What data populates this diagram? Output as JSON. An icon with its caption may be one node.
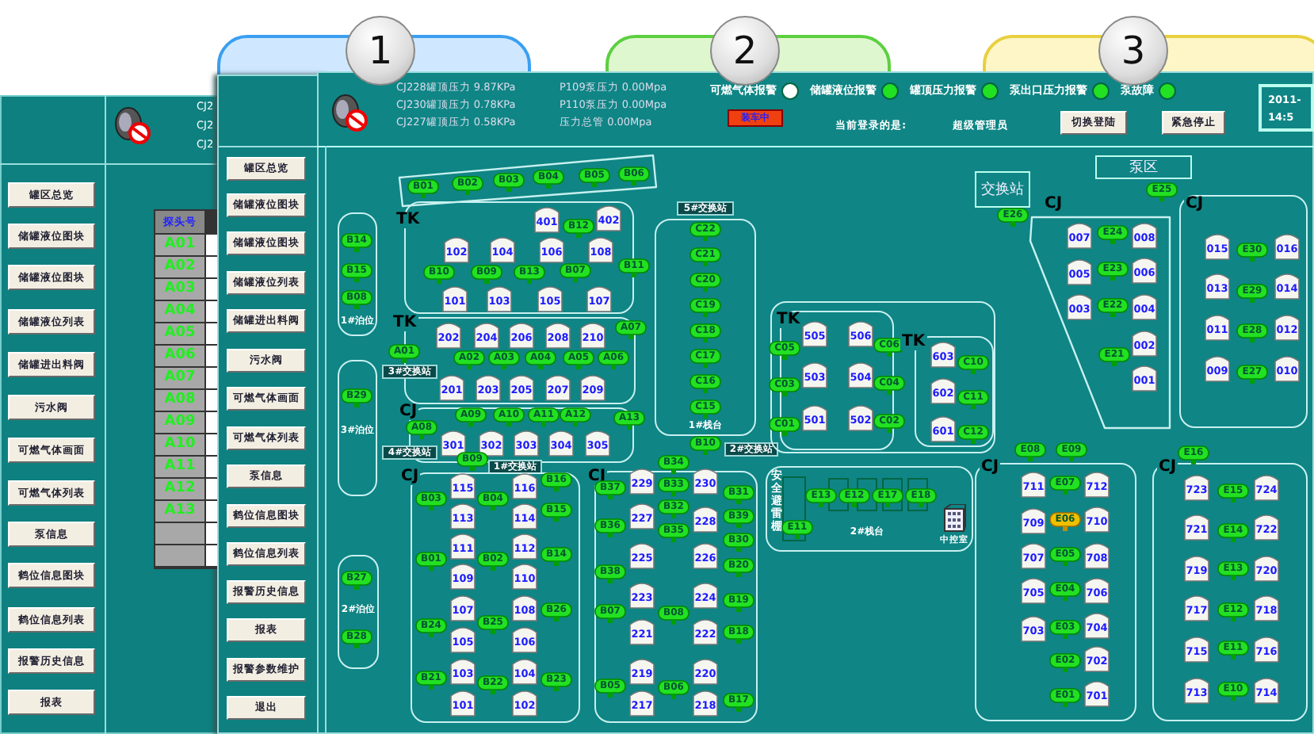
{
  "diagram": {
    "nodes": [
      {
        "text": [
          "1"
        ]
      },
      {
        "text": [
          "2"
        ]
      },
      {
        "text": [
          "3"
        ]
      },
      {
        "text": [
          "罐区总览"
        ]
      },
      {
        "text": [
          "储罐液位图块"
        ]
      },
      {
        "text": [
          "储罐液位图块"
        ]
      },
      {
        "text": [
          "储罐液位列表"
        ]
      },
      {
        "text": [
          "储罐进出料阀"
        ]
      },
      {
        "text": [
          "污水阀"
        ]
      },
      {
        "text": [
          "可燃气体画面"
        ]
      },
      {
        "text": [
          "可燃气体列表"
        ]
      },
      {
        "text": [
          "泵信息"
        ]
      },
      {
        "text": [
          "鹤位信息图块"
        ]
      },
      {
        "text": [
          "鹤位信息列表"
        ]
      },
      {
        "text": [
          "报警历史信息"
        ]
      },
      {
        "text": [
          "报表"
        ]
      },
      {
        "text": [
          "罐区总览"
        ]
      },
      {
        "text": [
          "储罐液位图块"
        ]
      },
      {
        "text": [
          "储罐液位图块"
        ]
      },
      {
        "text": [
          "储罐液位列表"
        ]
      },
      {
        "text": [
          "储罐进出料阀"
        ]
      },
      {
        "text": [
          "污水阀"
        ]
      },
      {
        "text": [
          "可燃气体画面"
        ]
      },
      {
        "text": [
          "可燃气体列表"
        ]
      },
      {
        "text": [
          "泵信息"
        ]
      },
      {
        "text": [
          "鹤位信息图块"
        ]
      },
      {
        "text": [
          "鹤位信息列表"
        ]
      },
      {
        "text": [
          "报警历史信息"
        ]
      },
      {
        "text": [
          "报表"
        ]
      },
      {
        "text": [
          "报警参数维护"
        ]
      },
      {
        "text": [
          "退出"
        ]
      },
      {
        "text": [
          "切换登陆"
        ]
      },
      {
        "text": [
          "紧急停止"
        ]
      },
      {
        "text": [
          "装车中"
        ]
      },
      {
        "text": [
          "2011-",
          "14:5"
        ]
      },
      {
        "text": [],
        "shape": "box"
      },
      {
        "text": [
          "B01"
        ],
        "in": 35
      },
      {
        "text": [
          "B02"
        ],
        "in": 35
      },
      {
        "text": [
          "B03"
        ],
        "in": 35
      },
      {
        "text": [
          "B04"
        ],
        "in": 35
      },
      {
        "text": [
          "B05"
        ],
        "in": 35
      },
      {
        "text": [
          "B06"
        ],
        "in": 35
      },
      {
        "text": [
          "TK"
        ]
      },
      {
        "text": [
          "401"
        ],
        "in": 42
      },
      {
        "text": [
          "402"
        ],
        "in": 42
      },
      {
        "text": [
          "B12"
        ],
        "in": 42
      },
      {
        "text": [
          "102"
        ],
        "in": 42
      },
      {
        "text": [
          "104"
        ],
        "in": 42
      },
      {
        "text": [
          "106"
        ],
        "in": 42
      },
      {
        "text": [
          "108"
        ],
        "in": 42
      },
      {
        "text": [
          "B10"
        ],
        "in": 42
      },
      {
        "text": [
          "B09"
        ],
        "in": 42
      },
      {
        "text": [
          "B13"
        ],
        "in": 42
      },
      {
        "text": [
          "B07"
        ],
        "in": 42
      },
      {
        "text": [
          "B11"
        ],
        "in": 42
      },
      {
        "text": [
          "101"
        ],
        "in": 42
      },
      {
        "text": [
          "103"
        ],
        "in": 42
      },
      {
        "text": [
          "105"
        ],
        "in": 42
      },
      {
        "text": [
          "107"
        ],
        "in": 42
      },
      {
        "text": [
          "1#泊位"
        ]
      },
      {
        "text": [
          "B14"
        ],
        "in": 59
      },
      {
        "text": [
          "B15"
        ],
        "in": 59
      },
      {
        "text": [
          "B08"
        ],
        "in": 59
      },
      {
        "text": [
          "TK"
        ]
      },
      {
        "text": [
          "A07"
        ],
        "in": 63
      },
      {
        "text": [
          "202"
        ],
        "in": 63
      },
      {
        "text": [
          "204"
        ],
        "in": 63
      },
      {
        "text": [
          "206"
        ],
        "in": 63
      },
      {
        "text": [
          "208"
        ],
        "in": 63
      },
      {
        "text": [
          "210"
        ],
        "in": 63
      },
      {
        "text": [
          "A01"
        ],
        "in": 63
      },
      {
        "text": [
          "3#交换站"
        ],
        "in": 63
      },
      {
        "text": [
          "A02"
        ],
        "in": 63
      },
      {
        "text": [
          "A03"
        ],
        "in": 63
      },
      {
        "text": [
          "A04"
        ],
        "in": 63
      },
      {
        "text": [
          "A05"
        ],
        "in": 63
      },
      {
        "text": [
          "A06"
        ],
        "in": 63
      },
      {
        "text": [
          "201"
        ],
        "in": 63
      },
      {
        "text": [
          "203"
        ],
        "in": 63
      },
      {
        "text": [
          "205"
        ],
        "in": 63
      },
      {
        "text": [
          "207"
        ],
        "in": 63
      },
      {
        "text": [
          "209"
        ],
        "in": 63
      },
      {
        "text": [
          "3#泊位"
        ]
      },
      {
        "text": [
          "B29"
        ],
        "in": 82
      },
      {
        "text": [
          "CJ"
        ]
      },
      {
        "text": [
          "A09"
        ],
        "in": 84
      },
      {
        "text": [
          "A10"
        ],
        "in": 84
      },
      {
        "text": [
          "A11"
        ],
        "in": 84
      },
      {
        "text": [
          "A12"
        ],
        "in": 84
      },
      {
        "text": [
          "A13"
        ],
        "in": 84
      },
      {
        "text": [
          "A08"
        ],
        "in": 84
      },
      {
        "text": [
          "4#交换站"
        ]
      },
      {
        "text": [
          "301"
        ],
        "in": 84
      },
      {
        "text": [
          "302"
        ],
        "in": 84
      },
      {
        "text": [
          "303"
        ],
        "in": 84
      },
      {
        "text": [
          "304"
        ],
        "in": 84
      },
      {
        "text": [
          "305"
        ],
        "in": 84
      },
      {
        "text": [
          "1#交换站"
        ]
      },
      {
        "text": [
          "5#交换站",
          "1#栈台"
        ]
      },
      {
        "text": [
          "C22"
        ],
        "in": 98
      },
      {
        "text": [
          "C21"
        ],
        "in": 98
      },
      {
        "text": [
          "C20"
        ],
        "in": 98
      },
      {
        "text": [
          "C19"
        ],
        "in": 98
      },
      {
        "text": [
          "C18"
        ],
        "in": 98
      },
      {
        "text": [
          "C17"
        ],
        "in": 98
      },
      {
        "text": [
          "C16"
        ],
        "in": 98
      },
      {
        "text": [
          "C15"
        ],
        "in": 98
      },
      {
        "text": [
          "B10"
        ]
      },
      {
        "text": [
          "2#交换站"
        ]
      },
      {
        "text": [
          "CJ"
        ]
      },
      {
        "text": [
          "B09"
        ]
      },
      {
        "text": [
          "115"
        ],
        "in": 109
      },
      {
        "text": [
          "116"
        ],
        "in": 109
      },
      {
        "text": [
          "B16"
        ],
        "in": 109
      },
      {
        "text": [
          "B03"
        ],
        "in": 109
      },
      {
        "text": [
          "B04"
        ],
        "in": 109
      },
      {
        "text": [
          "113"
        ],
        "in": 109
      },
      {
        "text": [
          "114"
        ],
        "in": 109
      },
      {
        "text": [
          "B15"
        ],
        "in": 109
      },
      {
        "text": [
          "111"
        ],
        "in": 109
      },
      {
        "text": [
          "112"
        ],
        "in": 109
      },
      {
        "text": [
          "B01"
        ],
        "in": 109
      },
      {
        "text": [
          "B02"
        ],
        "in": 109
      },
      {
        "text": [
          "B14"
        ],
        "in": 109
      },
      {
        "text": [
          "109"
        ],
        "in": 109
      },
      {
        "text": [
          "110"
        ],
        "in": 109
      },
      {
        "text": [
          "107"
        ],
        "in": 109
      },
      {
        "text": [
          "108"
        ],
        "in": 109
      },
      {
        "text": [
          "B26"
        ],
        "in": 109
      },
      {
        "text": [
          "B25"
        ],
        "in": 109
      },
      {
        "text": [
          "B24"
        ],
        "in": 109
      },
      {
        "text": [
          "105"
        ],
        "in": 109
      },
      {
        "text": [
          "106"
        ],
        "in": 109
      },
      {
        "text": [
          "103"
        ],
        "in": 109
      },
      {
        "text": [
          "104"
        ],
        "in": 109
      },
      {
        "text": [
          "B21"
        ],
        "in": 109
      },
      {
        "text": [
          "B22"
        ],
        "in": 109
      },
      {
        "text": [
          "B23"
        ],
        "in": 109
      },
      {
        "text": [
          "101"
        ],
        "in": 109
      },
      {
        "text": [
          "102"
        ],
        "in": 109
      },
      {
        "text": [
          "CJ"
        ]
      },
      {
        "text": [
          "B34"
        ]
      },
      {
        "text": [
          "229"
        ],
        "in": 140
      },
      {
        "text": [
          "230"
        ],
        "in": 140
      },
      {
        "text": [
          "B37"
        ],
        "in": 140
      },
      {
        "text": [
          "B33"
        ],
        "in": 140
      },
      {
        "text": [
          "B31"
        ],
        "in": 140
      },
      {
        "text": [
          "B32"
        ],
        "in": 140
      },
      {
        "text": [
          "227"
        ],
        "in": 140
      },
      {
        "text": [
          "228"
        ],
        "in": 140
      },
      {
        "text": [
          "B39"
        ],
        "in": 140
      },
      {
        "text": [
          "B36"
        ],
        "in": 140
      },
      {
        "text": [
          "B35"
        ],
        "in": 140
      },
      {
        "text": [
          "B30"
        ],
        "in": 140
      },
      {
        "text": [
          "225"
        ],
        "in": 140
      },
      {
        "text": [
          "226"
        ],
        "in": 140
      },
      {
        "text": [
          "B38"
        ],
        "in": 140
      },
      {
        "text": [
          "B20"
        ],
        "in": 140
      },
      {
        "text": [
          "223"
        ],
        "in": 140
      },
      {
        "text": [
          "224"
        ],
        "in": 140
      },
      {
        "text": [
          "B19"
        ],
        "in": 140
      },
      {
        "text": [
          "B07"
        ],
        "in": 140
      },
      {
        "text": [
          "B08"
        ],
        "in": 140
      },
      {
        "text": [
          "221"
        ],
        "in": 140
      },
      {
        "text": [
          "222"
        ],
        "in": 140
      },
      {
        "text": [
          "B18"
        ],
        "in": 140
      },
      {
        "text": [
          "219"
        ],
        "in": 140
      },
      {
        "text": [
          "220"
        ],
        "in": 140
      },
      {
        "text": [
          "B05"
        ],
        "in": 140
      },
      {
        "text": [
          "B06"
        ],
        "in": 140
      },
      {
        "text": [
          "217"
        ],
        "in": 140
      },
      {
        "text": [
          "218"
        ],
        "in": 140
      },
      {
        "text": [
          "B17"
        ],
        "in": 140
      },
      {
        "text": [
          "2#泊位"
        ]
      },
      {
        "text": [
          "B27"
        ],
        "in": 173
      },
      {
        "text": [
          "B28"
        ],
        "in": 173
      },
      {
        "text": [],
        "shape": "box"
      },
      {
        "text": [
          "TK"
        ],
        "in": 176
      },
      {
        "text": [
          "505"
        ],
        "in": 177
      },
      {
        "text": [
          "506"
        ],
        "in": 177
      },
      {
        "text": [
          "C05"
        ],
        "in": 177
      },
      {
        "text": [
          "C06"
        ],
        "in": 177
      },
      {
        "text": [
          "503"
        ],
        "in": 177
      },
      {
        "text": [
          "504"
        ],
        "in": 177
      },
      {
        "text": [
          "C03"
        ],
        "in": 177
      },
      {
        "text": [
          "C04"
        ],
        "in": 177
      },
      {
        "text": [
          "501"
        ],
        "in": 177
      },
      {
        "text": [
          "502"
        ],
        "in": 177
      },
      {
        "text": [
          "C01"
        ],
        "in": 177
      },
      {
        "text": [
          "C02"
        ],
        "in": 177
      },
      {
        "text": [
          "TK"
        ],
        "in": 176
      },
      {
        "text": [
          "603"
        ],
        "in": 190
      },
      {
        "text": [
          "C10"
        ],
        "in": 190
      },
      {
        "text": [
          "602"
        ],
        "in": 190
      },
      {
        "text": [
          "C11"
        ],
        "in": 190
      },
      {
        "text": [
          "601"
        ],
        "in": 190
      },
      {
        "text": [
          "C12"
        ],
        "in": 190
      },
      {
        "text": [
          "安全避雷棚",
          "2#栈台"
        ]
      },
      {
        "text": [
          "E13"
        ],
        "in": 197
      },
      {
        "text": [
          "E12"
        ],
        "in": 197
      },
      {
        "text": [
          "E17"
        ],
        "in": 197
      },
      {
        "text": [
          "E18"
        ],
        "in": 197
      },
      {
        "text": [
          "E11"
        ],
        "in": 197
      },
      {
        "text": [
          "中控室"
        ],
        "in": 197
      },
      {
        "text": [
          "交换站"
        ]
      },
      {
        "text": [
          "泵区"
        ]
      },
      {
        "text": [
          "E25"
        ]
      },
      {
        "text": [
          "E26"
        ]
      },
      {
        "text": [
          "CJ"
        ]
      },
      {
        "text": [
          "007"
        ],
        "in": 208
      },
      {
        "text": [
          "E24"
        ],
        "in": 208
      },
      {
        "text": [
          "008"
        ],
        "in": 208
      },
      {
        "text": [
          "005"
        ],
        "in": 208
      },
      {
        "text": [
          "E23"
        ],
        "in": 208
      },
      {
        "text": [
          "006"
        ],
        "in": 208
      },
      {
        "text": [
          "003"
        ],
        "in": 208
      },
      {
        "text": [
          "E22"
        ],
        "in": 208
      },
      {
        "text": [
          "004"
        ],
        "in": 208
      },
      {
        "text": [
          "002"
        ],
        "in": 208
      },
      {
        "text": [
          "E21"
        ],
        "in": 208
      },
      {
        "text": [
          "001"
        ],
        "in": 208
      },
      {
        "text": [
          "CJ"
        ]
      },
      {
        "text": [
          "015"
        ],
        "in": 221
      },
      {
        "text": [
          "E30"
        ],
        "in": 221
      },
      {
        "text": [
          "016"
        ],
        "in": 221
      },
      {
        "text": [
          "013"
        ],
        "in": 221
      },
      {
        "text": [
          "E29"
        ],
        "in": 221
      },
      {
        "text": [
          "014"
        ],
        "in": 221
      },
      {
        "text": [
          "011"
        ],
        "in": 221
      },
      {
        "text": [
          "E28"
        ],
        "in": 221
      },
      {
        "text": [
          "012"
        ],
        "in": 221
      },
      {
        "text": [
          "009"
        ],
        "in": 221
      },
      {
        "text": [
          "E27"
        ],
        "in": 221
      },
      {
        "text": [
          "010"
        ],
        "in": 221
      },
      {
        "text": [
          "CJ"
        ]
      },
      {
        "text": [
          "E08"
        ]
      },
      {
        "text": [
          "E09"
        ]
      },
      {
        "text": [
          "711"
        ],
        "in": 234
      },
      {
        "text": [
          "E07"
        ],
        "in": 234
      },
      {
        "text": [
          "712"
        ],
        "in": 234
      },
      {
        "text": [
          "709"
        ],
        "in": 234
      },
      {
        "text": [
          "E06"
        ],
        "in": 234
      },
      {
        "text": [
          "710"
        ],
        "in": 234
      },
      {
        "text": [
          "707"
        ],
        "in": 234
      },
      {
        "text": [
          "E05"
        ],
        "in": 234
      },
      {
        "text": [
          "708"
        ],
        "in": 234
      },
      {
        "text": [
          "705"
        ],
        "in": 234
      },
      {
        "text": [
          "E04"
        ],
        "in": 234
      },
      {
        "text": [
          "706"
        ],
        "in": 234
      },
      {
        "text": [
          "703"
        ],
        "in": 234
      },
      {
        "text": [
          "E03"
        ],
        "in": 234
      },
      {
        "text": [
          "704"
        ],
        "in": 234
      },
      {
        "text": [
          "E02"
        ],
        "in": 234
      },
      {
        "text": [
          "702"
        ],
        "in": 234
      },
      {
        "text": [
          "E01"
        ],
        "in": 234
      },
      {
        "text": [
          "701"
        ],
        "in": 234
      },
      {
        "text": [
          "CJ"
        ]
      },
      {
        "text": [
          "E16"
        ]
      },
      {
        "text": [
          "723"
        ],
        "in": 256
      },
      {
        "text": [
          "E15"
        ],
        "in": 256
      },
      {
        "text": [
          "724"
        ],
        "in": 256
      },
      {
        "text": [
          "721"
        ],
        "in": 256
      },
      {
        "text": [
          "E14"
        ],
        "in": 256
      },
      {
        "text": [
          "722"
        ],
        "in": 256
      },
      {
        "text": [
          "719"
        ],
        "in": 256
      },
      {
        "text": [
          "E13"
        ],
        "in": 256
      },
      {
        "text": [
          "720"
        ],
        "in": 256
      },
      {
        "text": [
          "717"
        ],
        "in": 256
      },
      {
        "text": [
          "E12"
        ],
        "in": 256
      },
      {
        "text": [
          "718"
        ],
        "in": 256
      },
      {
        "text": [
          "715"
        ],
        "in": 256
      },
      {
        "text": [
          "E11"
        ],
        "in": 256
      },
      {
        "text": [
          "716"
        ],
        "in": 256
      },
      {
        "text": [
          "713"
        ],
        "in": 256
      },
      {
        "text": [
          "E10"
        ],
        "in": 256
      },
      {
        "text": [
          "714"
        ],
        "in": 256
      }
    ],
    "labels": [
      "CJ2",
      "CJ2",
      "CJ2",
      "探头号",
      "A01",
      "A02",
      "A03",
      "A04",
      "A05",
      "A06",
      "A07",
      "A08",
      "A09",
      "A10",
      "A11",
      "A12",
      "A13",
      "CJ228罐顶压力 9.87KPa",
      "P109泵压力 0.00Mpa",
      "CJ230罐顶压力 0.78KPa",
      "P110泵压力 0.00Mpa",
      "CJ227罐顶压力 0.58KPa",
      "压力总管 0.00Mpa",
      "当前登录的是:",
      "超级管理员"
    ],
    "legend": [
      {
        "text": "可燃气体报警",
        "color": "#ffffff"
      },
      {
        "text": "储罐液位报警",
        "color": "#22e022"
      },
      {
        "text": "罐顶压力报警",
        "color": "#22e022"
      },
      {
        "text": "泵出口压力报警",
        "color": "#22e022"
      },
      {
        "text": "泵故障",
        "color": "#22e022"
      }
    ]
  }
}
